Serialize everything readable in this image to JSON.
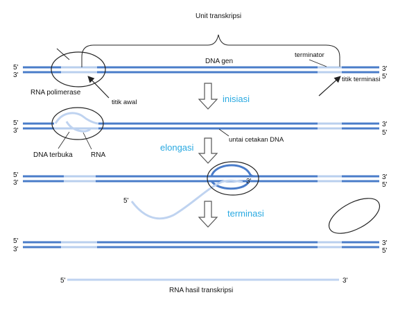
{
  "colors": {
    "dna_dark": "#4a7cc9",
    "dna_light": "#b9cfee",
    "rna": "#bfd3f0",
    "stage_label": "#29a9e1",
    "outline": "#222222"
  },
  "labels": {
    "unit_transkripsi": "Unit transkripsi",
    "dna_gen": "DNA gen",
    "terminator": "terminator",
    "rna_polimerase": "RNA polimerase",
    "titik_awal": "titik awal",
    "titik_terminasi": "titik terminasi",
    "dna_terbuka": "DNA terbuka",
    "rna": "RNA",
    "untai_cetakan": "untai cetakan DNA",
    "rna_hasil": "RNA hasil transkripsi"
  },
  "stages": {
    "inisiasi": "inisiasi",
    "elongasi": "elongasi",
    "terminasi": "terminasi"
  },
  "ends": {
    "five": "5'",
    "three": "3'"
  },
  "icons": [
    "down-arrow-icon"
  ]
}
